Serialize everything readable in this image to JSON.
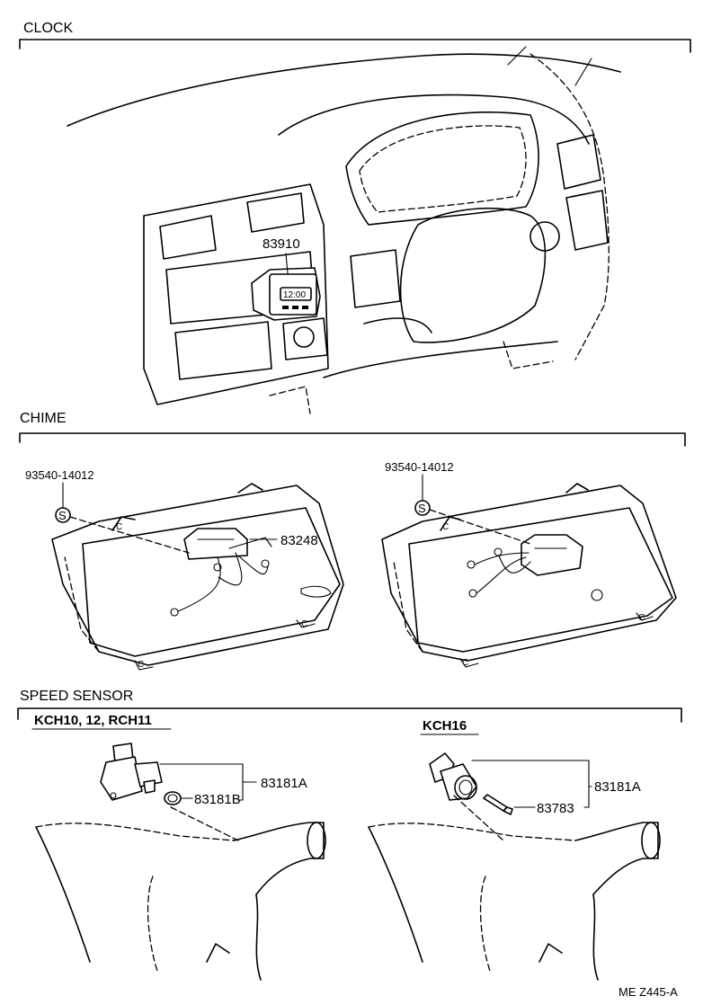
{
  "sections": {
    "clock": {
      "title": "CLOCK",
      "clock_part": "83910",
      "display_text": "12:00"
    },
    "chime": {
      "title": "CHIME",
      "left_screw_part": "93540-14012",
      "right_screw_part": "93540-14012",
      "screw_symbol": "S",
      "chime_part": "83248",
      "clip_mark": "C"
    },
    "speed_sensor": {
      "title": "SPEED SENSOR",
      "left_model": "KCH10, 12, RCH11",
      "left_sensor_part": "83181A",
      "left_oring_part": "83181B",
      "right_model": "KCH16",
      "right_sensor_part": "83181A",
      "right_pin_part": "83783"
    }
  },
  "footer": {
    "code": "ME Z445-A"
  },
  "icons": {
    "screw": "s-circle-icon",
    "clip": "c-clip-icon"
  }
}
